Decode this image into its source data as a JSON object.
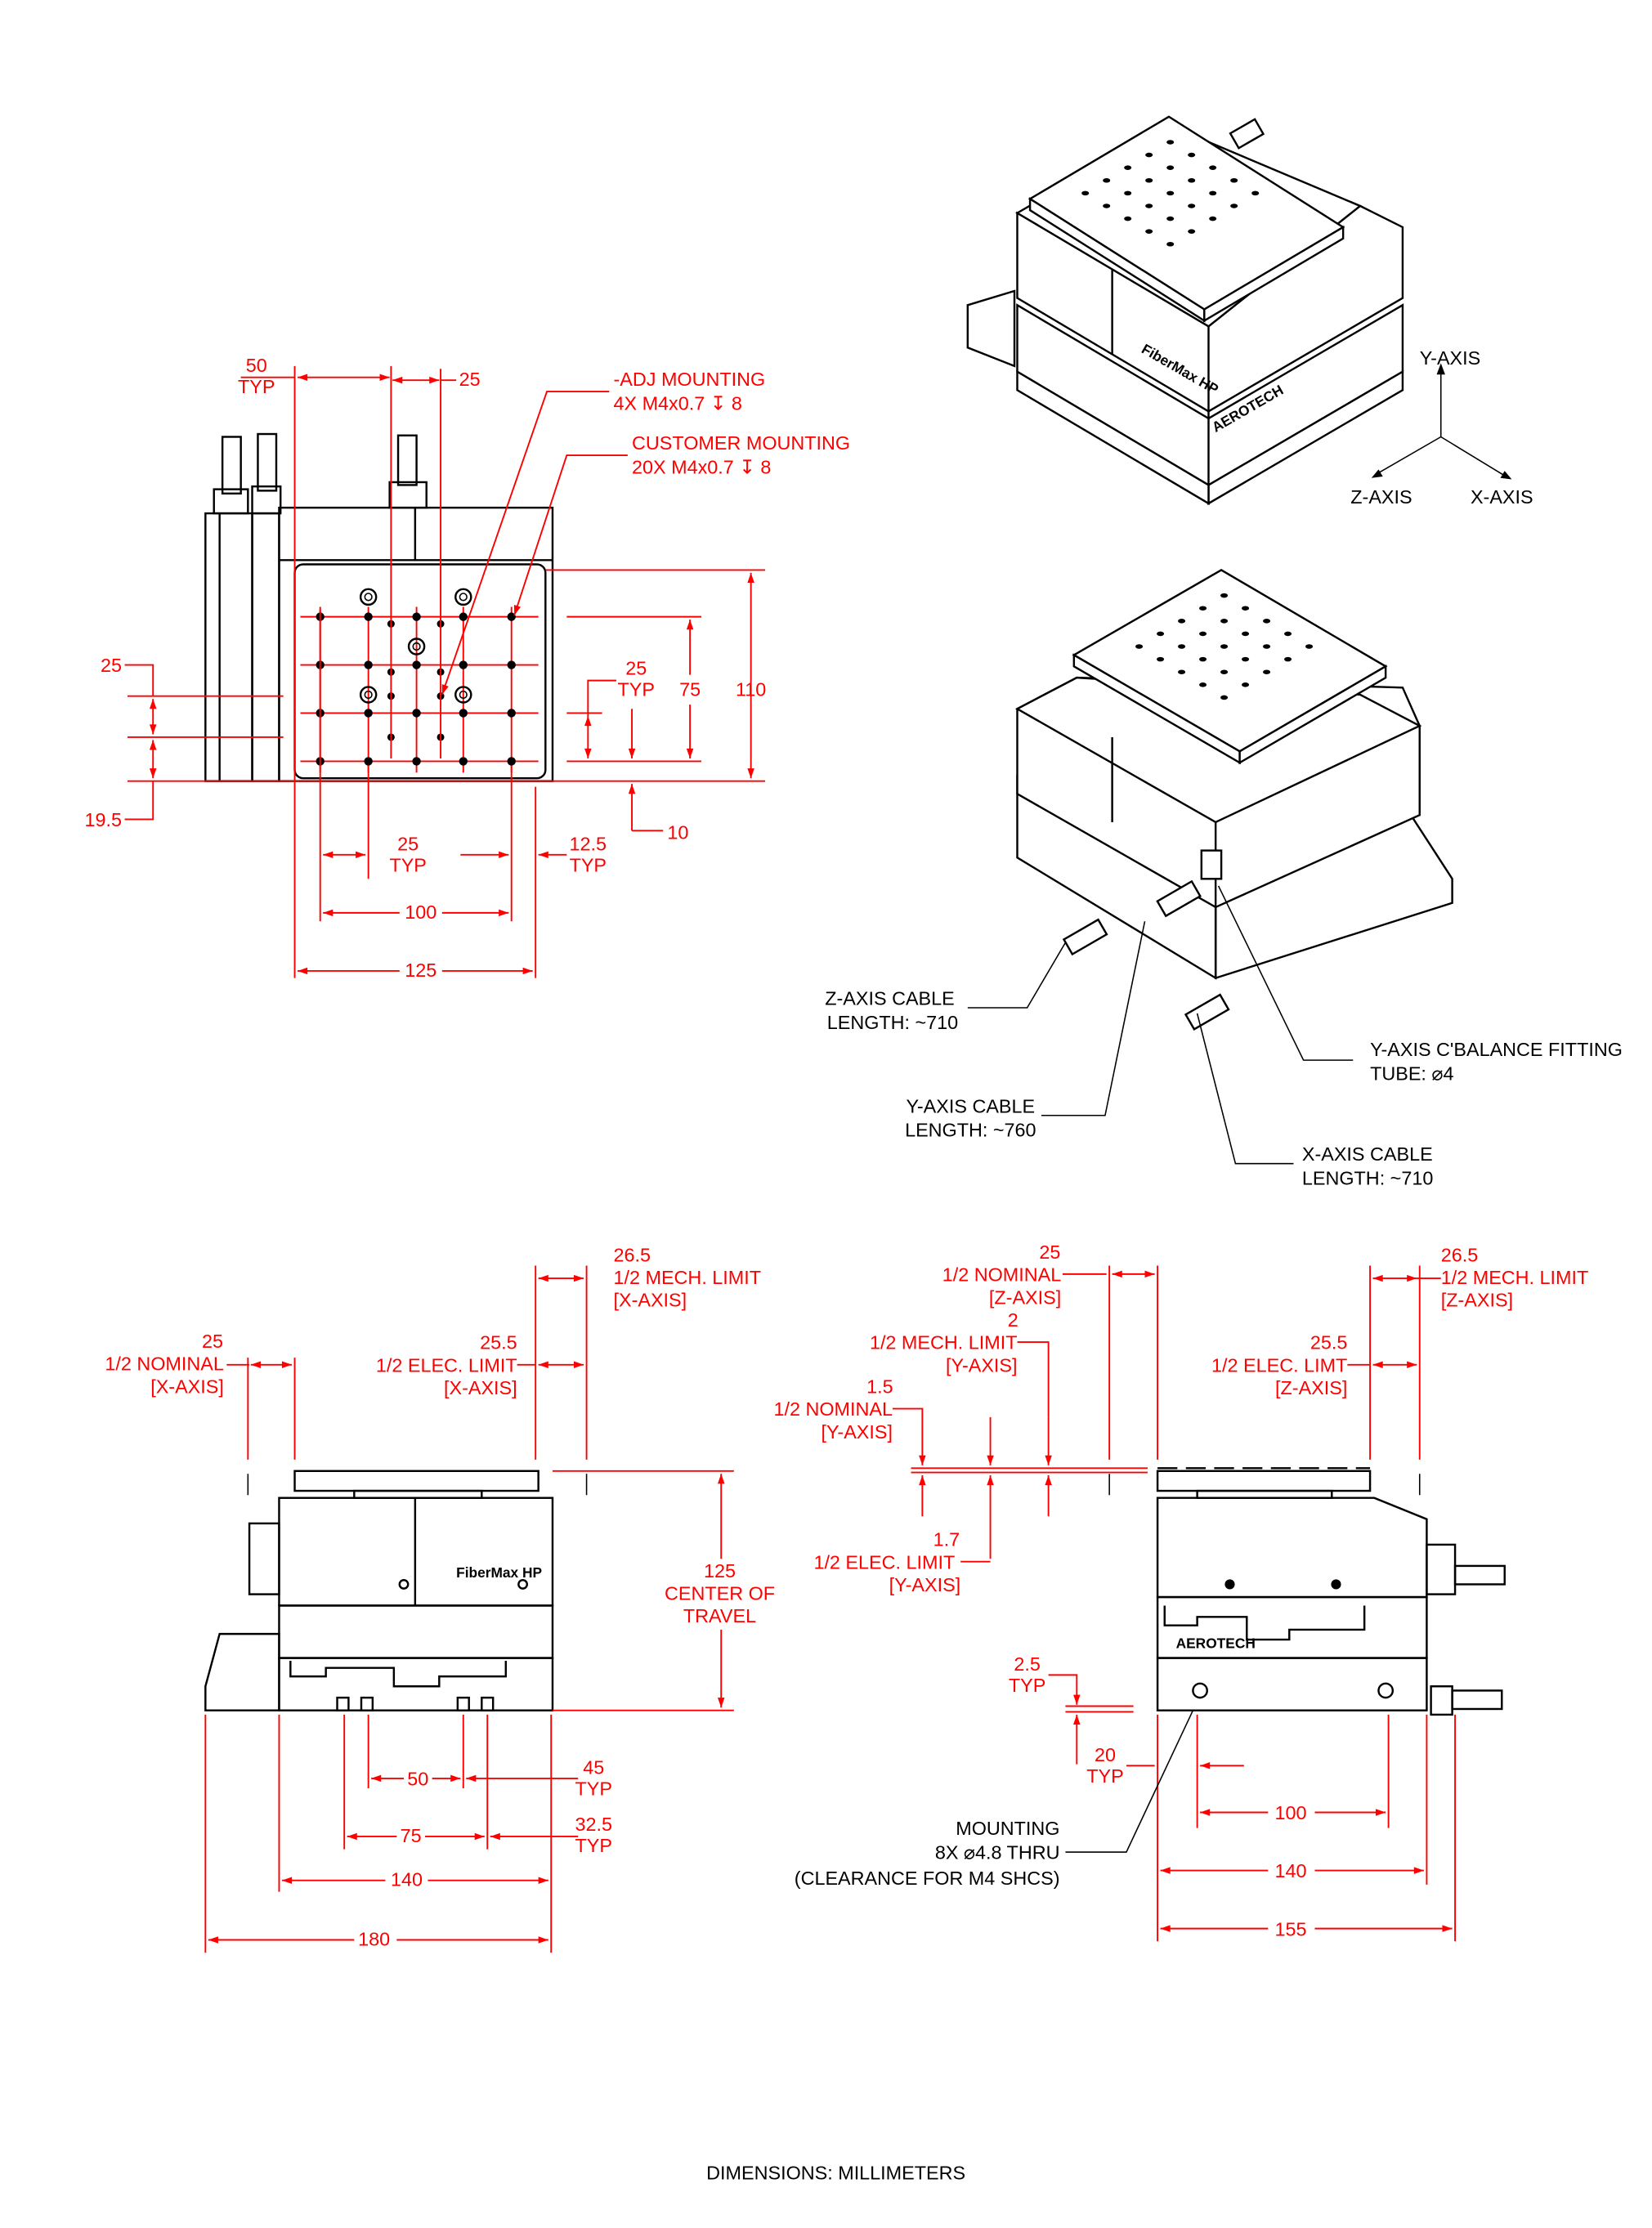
{
  "colors": {
    "dimension": "#ff0000",
    "outline": "#000000",
    "background": "#ffffff"
  },
  "plan_view": {
    "dim_50": "50",
    "dim_50_typ": "TYP",
    "dim_25_top": "25",
    "adj_mounting_1": "-ADJ MOUNTING",
    "adj_mounting_2": "4X M4x0.7 ↧ 8",
    "customer_mounting_1": "CUSTOMER MOUNTING",
    "customer_mounting_2": "20X M4x0.7 ↧ 8",
    "dim_25_left": "25",
    "dim_19_5": "19.5",
    "dim_25_right": "25",
    "dim_25_right_typ": "TYP",
    "dim_75": "75",
    "dim_110": "110",
    "dim_10": "10",
    "dim_25_bottom": "25",
    "dim_25_bottom_typ": "TYP",
    "dim_12_5": "12.5",
    "dim_12_5_typ": "TYP",
    "dim_100": "100",
    "dim_125": "125"
  },
  "axes": {
    "y": "Y-AXIS",
    "z": "Z-AXIS",
    "x": "X-AXIS"
  },
  "callouts": {
    "z_cable_1": "Z-AXIS CABLE",
    "z_cable_2": "LENGTH: ~710",
    "y_cable_1": "Y-AXIS CABLE",
    "y_cable_2": "LENGTH: ~760",
    "y_cbal_1": "Y-AXIS C'BALANCE FITTING",
    "y_cbal_2": "TUBE: ⌀4",
    "x_cable_1": "X-AXIS CABLE",
    "x_cable_2": "LENGTH: ~710"
  },
  "front_view": {
    "mech_val": "26.5",
    "mech_1": "1/2 MECH. LIMIT",
    "mech_2": "[X-AXIS]",
    "nom_val": "25",
    "nom_1": "1/2 NOMINAL",
    "nom_2": "[X-AXIS]",
    "elec_val": "25.5",
    "elec_1": "1/2 ELEC. LIMIT",
    "elec_2": "[X-AXIS]",
    "travel_val": "125",
    "travel_1": "CENTER OF",
    "travel_2": "TRAVEL",
    "dim_50": "50",
    "dim_45": "45",
    "dim_45_typ": "TYP",
    "dim_75": "75",
    "dim_32_5": "32.5",
    "dim_32_5_typ": "TYP",
    "dim_140": "140",
    "dim_180": "180"
  },
  "side_view": {
    "znom_val": "25",
    "znom_1": "1/2 NOMINAL",
    "znom_2": "[Z-AXIS]",
    "ymech_val": "2",
    "ymech_1": "1/2 MECH. LIMIT",
    "ymech_2": "[Y-AXIS]",
    "ynom_val": "1.5",
    "ynom_1": "1/2 NOMINAL",
    "ynom_2": "[Y-AXIS]",
    "yelec_val": "1.7",
    "yelec_1": "1/2 ELEC. LIMIT",
    "yelec_2": "[Y-AXIS]",
    "zmech_val": "26.5",
    "zmech_1": "1/2 MECH. LIMIT",
    "zmech_2": "[Z-AXIS]",
    "zelec_val": "25.5",
    "zelec_1": "1/2 ELEC. LIMT",
    "zelec_2": "[Z-AXIS]",
    "dim_2_5": "2.5",
    "dim_2_5_typ": "TYP",
    "dim_20": "20",
    "dim_20_typ": "TYP",
    "mounting_1": "MOUNTING",
    "mounting_2": "8X ⌀4.8 THRU",
    "mounting_3": "(CLEARANCE FOR M4 SHCS)",
    "dim_100": "100",
    "dim_140": "140",
    "dim_155": "155"
  },
  "logo": {
    "brand": "FiberMax",
    "suffix": "HP",
    "maker": "AEROTECH"
  },
  "footer": {
    "units": "DIMENSIONS:  MILLIMETERS"
  }
}
